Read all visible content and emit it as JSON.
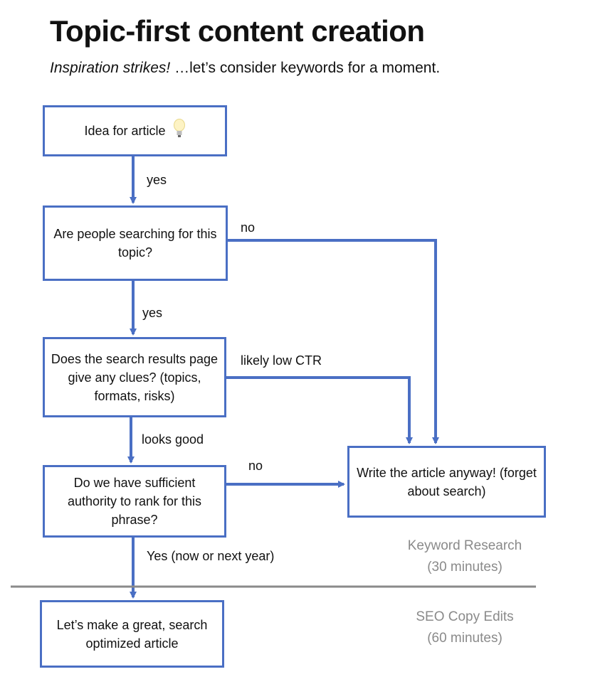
{
  "header": {
    "title": "Topic-first content creation",
    "subtitle_em": "Inspiration strikes!",
    "subtitle_rest": " …let’s consider keywords for a moment."
  },
  "boxes": {
    "idea": "Idea for article",
    "searching": "Are people searching for this topic?",
    "serp": "Does the search results page give any clues? (topics, formats, risks)",
    "authority": "Do we have sufficient authority to rank for this phrase?",
    "write": "Write the article anyway! (forget about search)",
    "make": "Let’s make a great, search optimized article"
  },
  "labels": {
    "yes1": "yes",
    "yes2": "yes",
    "no1": "no",
    "low_ctr": "likely low CTR",
    "looks_good": "looks good",
    "no2": "no",
    "yes_now": "Yes (now or next year)"
  },
  "notes": {
    "keyword_research": "Keyword Research",
    "keyword_time": "(30 minutes)",
    "seo_edits": "SEO Copy Edits",
    "seo_time": "(60 minutes)"
  },
  "colors": {
    "accent": "#4a6fc4",
    "divider": "#8a8a8a",
    "note_text": "#8a8a8a"
  },
  "icons": {
    "idea": "lightbulb-icon"
  }
}
